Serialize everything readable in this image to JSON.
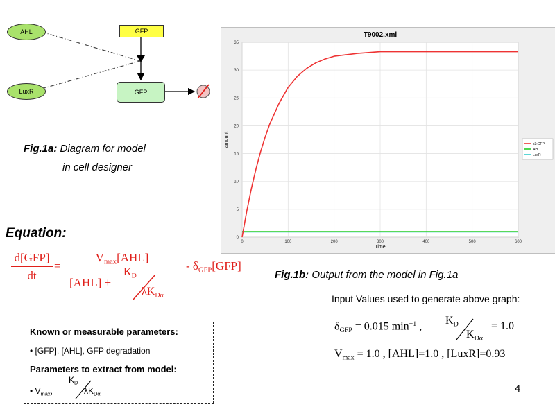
{
  "diagram": {
    "species": {
      "ahl": "AHL",
      "luxr": "LuxR",
      "gfp_gene": "GFP",
      "gfp_protein": "GFP"
    },
    "colors": {
      "ellipse_fill": "#a9e26b",
      "gene_fill": "#ffff44",
      "protein_fill": "#c7f4c3",
      "degradation_slash": "#e0201b"
    }
  },
  "fig1a": {
    "label": "Fig.1a:",
    "line1": "Diagram for model",
    "line2": "in cell designer"
  },
  "equation": {
    "heading": "Equation:",
    "lhs_num": "d[GFP]",
    "lhs_den": "dt",
    "eq": "=",
    "vmax": "V",
    "vmax_sub": "max",
    "ahl": "[AHL]",
    "den_ahl": "[AHL] + ",
    "kd": "K",
    "kd_sub": "D",
    "lambda_kd": "λK",
    "lambda_sub": "Dα",
    "minus": "- δ",
    "minus_sub": "GFP",
    "gfp_term": "[GFP]"
  },
  "fig1b": {
    "label": "Fig.1b:",
    "text": "Output from the model in Fig.1a"
  },
  "inputs": {
    "heading": "Input Values used to generate above graph:",
    "delta": "δ",
    "delta_sub": "GFP",
    "delta_val": " = 0.015 min",
    "delta_exp": "−1",
    "comma1": " ,",
    "kd": "K",
    "kd_sub": "D",
    "kd_den": "K",
    "kd_den_sub": "Dα",
    "kd_val": "= 1.0",
    "vmax": "V",
    "vmax_sub": "max",
    "line2_rest": " = 1.0 ,  [AHL]=1.0 ,  [LuxR]=0.93"
  },
  "params_box": {
    "known_heading": "Known or measurable parameters:",
    "known_item": "• [GFP], [AHL], GFP degradation",
    "extract_heading": "Parameters to extract from model:",
    "extract_bullet": "• V",
    "extract_sub": "max",
    "extract_comma": ",",
    "kd": "K",
    "kd_sub": "D",
    "lambda_kd": "λK",
    "lambda_sub": "Dα"
  },
  "page_number": "4",
  "chart_data": {
    "type": "line",
    "title": "T9002.xml",
    "xlabel": "Time",
    "ylabel": "amount",
    "xlim": [
      0,
      600
    ],
    "ylim": [
      0,
      35
    ],
    "xticks": [
      0,
      100,
      200,
      300,
      400,
      500,
      600
    ],
    "yticks": [
      0,
      5,
      10,
      15,
      20,
      25,
      30,
      35
    ],
    "grid": true,
    "legend_position": "right",
    "x": [
      0,
      10,
      20,
      30,
      40,
      50,
      60,
      80,
      100,
      120,
      140,
      160,
      180,
      200,
      250,
      300,
      350,
      400,
      450,
      500,
      550,
      600
    ],
    "series": [
      {
        "name": "s3:GFP",
        "color": "#ee3333",
        "values": [
          0.0,
          4.6,
          8.7,
          12.2,
          15.3,
          18.0,
          20.3,
          24.0,
          26.9,
          28.9,
          30.3,
          31.3,
          32.0,
          32.5,
          33.0,
          33.3,
          33.3,
          33.3,
          33.3,
          33.3,
          33.3,
          33.3
        ]
      },
      {
        "name": "AHL",
        "color": "#22cc22",
        "values": [
          1.0,
          1.0,
          1.0,
          1.0,
          1.0,
          1.0,
          1.0,
          1.0,
          1.0,
          1.0,
          1.0,
          1.0,
          1.0,
          1.0,
          1.0,
          1.0,
          1.0,
          1.0,
          1.0,
          1.0,
          1.0,
          1.0
        ]
      },
      {
        "name": "LuxR",
        "color": "#33cccc",
        "values": [
          0.93,
          0.93,
          0.93,
          0.93,
          0.93,
          0.93,
          0.93,
          0.93,
          0.93,
          0.93,
          0.93,
          0.93,
          0.93,
          0.93,
          0.93,
          0.93,
          0.93,
          0.93,
          0.93,
          0.93,
          0.93,
          0.93
        ]
      }
    ]
  }
}
